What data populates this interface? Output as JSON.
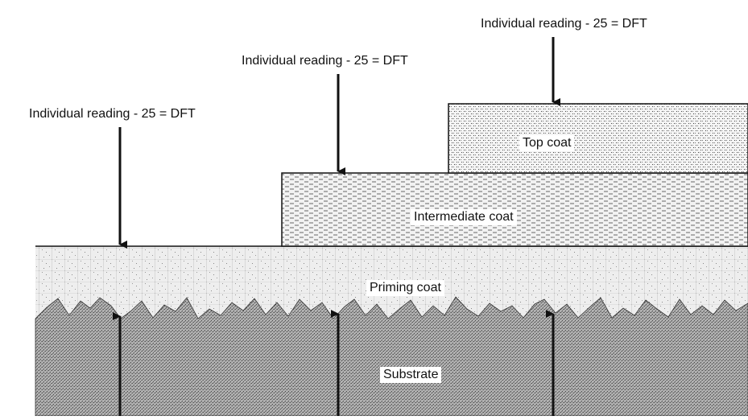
{
  "readings": [
    {
      "caption": "Individual reading - 25 = DFT"
    },
    {
      "caption": "Individual reading - 25 = DFT"
    },
    {
      "caption": "Individual reading - 25 = DFT"
    }
  ],
  "layers": {
    "top": "Top coat",
    "intermediate": "Intermediate coat",
    "priming": "Priming coat",
    "substrate": "Substrate"
  },
  "colors": {
    "substrate": "#9a9a9a",
    "priming": "#e2e2e2",
    "intermediate": "#dcdcdc",
    "top": "#d4d4d4",
    "ink": "#111111"
  }
}
